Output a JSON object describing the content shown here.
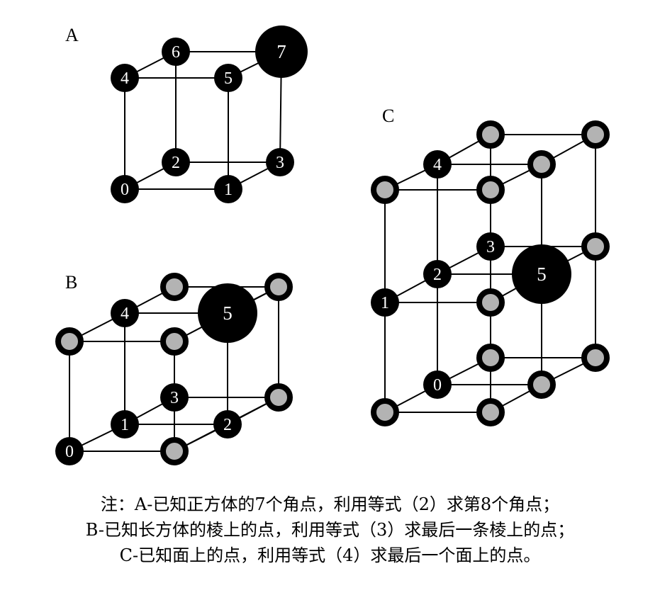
{
  "panels": [
    {
      "label": "A",
      "nodes": [
        {
          "text": "4",
          "kind": "known"
        },
        {
          "text": "6",
          "kind": "known"
        },
        {
          "text": "5",
          "kind": "known"
        },
        {
          "text": "7",
          "kind": "solved"
        },
        {
          "text": "0",
          "kind": "known"
        },
        {
          "text": "2",
          "kind": "known"
        },
        {
          "text": "1",
          "kind": "known"
        },
        {
          "text": "3",
          "kind": "known"
        }
      ]
    },
    {
      "label": "B",
      "nodes": [
        {
          "text": "0",
          "kind": "known"
        },
        {
          "text": "1",
          "kind": "known"
        },
        {
          "text": "2",
          "kind": "known"
        },
        {
          "text": "3",
          "kind": "known"
        },
        {
          "text": "4",
          "kind": "known"
        },
        {
          "text": "5",
          "kind": "solved"
        },
        {
          "text": "",
          "kind": "unknown"
        },
        {
          "text": "",
          "kind": "unknown"
        },
        {
          "text": "",
          "kind": "unknown"
        },
        {
          "text": "",
          "kind": "unknown"
        },
        {
          "text": "",
          "kind": "unknown"
        },
        {
          "text": "",
          "kind": "unknown"
        }
      ]
    },
    {
      "label": "C",
      "nodes": [
        {
          "text": "4",
          "kind": "known"
        },
        {
          "text": "3",
          "kind": "known"
        },
        {
          "text": "2",
          "kind": "known"
        },
        {
          "text": "1",
          "kind": "known"
        },
        {
          "text": "0",
          "kind": "known"
        },
        {
          "text": "5",
          "kind": "solved"
        },
        {
          "text": "",
          "kind": "unknown"
        },
        {
          "text": "",
          "kind": "unknown"
        },
        {
          "text": "",
          "kind": "unknown"
        },
        {
          "text": "",
          "kind": "unknown"
        },
        {
          "text": "",
          "kind": "unknown"
        },
        {
          "text": "",
          "kind": "unknown"
        },
        {
          "text": "",
          "kind": "unknown"
        },
        {
          "text": "",
          "kind": "unknown"
        },
        {
          "text": "",
          "kind": "unknown"
        },
        {
          "text": "",
          "kind": "unknown"
        },
        {
          "text": "",
          "kind": "unknown"
        },
        {
          "text": "",
          "kind": "unknown"
        }
      ]
    }
  ],
  "colors": {
    "known": "#000000",
    "unknown_fill": "#b3b3b3",
    "unknown_ring": "#000000",
    "edge": "#000000"
  },
  "caption": [
    "注：A-已知正方体的7个角点，利用等式（2）求第8个角点；",
    "B-已知长方体的棱上的点，利用等式（3）求最后一条棱上的点；",
    "C-已知面上的点，利用等式（4）求最后一个面上的点。"
  ]
}
